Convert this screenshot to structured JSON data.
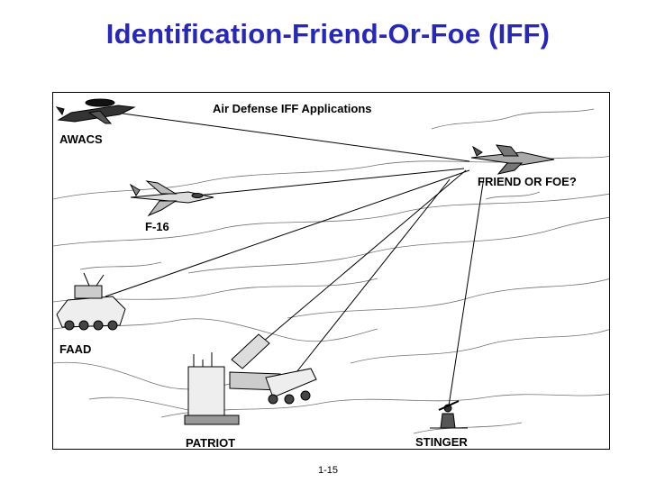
{
  "title": "Identification-Friend-Or-Foe (IFF)",
  "diagram": {
    "caption": "Air Defense IFF Applications",
    "labels": {
      "awacs": "AWACS",
      "f16": "F-16",
      "target": "FRIEND OR FOE?",
      "faad": "FAAD",
      "patriot": "PATRIOT",
      "stinger": "STINGER"
    },
    "colors": {
      "title": "#2727b8",
      "lines": "#000000"
    }
  },
  "page_number": "1-15"
}
